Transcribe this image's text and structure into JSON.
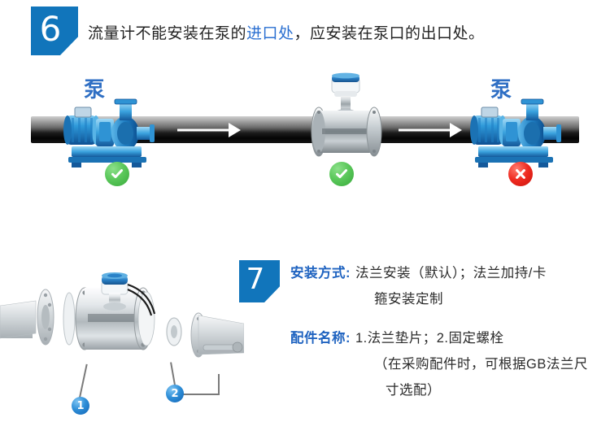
{
  "section6": {
    "badge_number": "6",
    "headline_pre": "流量计不能安装在泵的",
    "headline_highlight": "进口处",
    "headline_post": "，应安装在泵口的出口处。",
    "pump_left_label": "泵",
    "pump_right_label": "泵",
    "status_left": "check",
    "status_middle": "check",
    "status_right": "cross",
    "flow_direction": "right"
  },
  "section7": {
    "badge_number": "7",
    "rows": [
      {
        "key": "安装方式:",
        "value": "法兰安装（默认）；法兰加持/卡",
        "continuation": [
          "箍安装定制"
        ]
      },
      {
        "key": "配件名称:",
        "value": "1.法兰垫片；2.固定螺栓",
        "continuation": [
          "（在采购配件时，可根据GB法兰尺",
          "寸选配）"
        ]
      }
    ],
    "callouts": [
      {
        "number": "1"
      },
      {
        "number": "2"
      }
    ]
  },
  "colors": {
    "brand_blue": "#1175bb",
    "link_blue": "#2a6fd1",
    "key_blue": "#1f63c0",
    "ok_green": "#37a93a",
    "bad_red": "#ef2a20",
    "text_dark": "#232323",
    "pipe_dark": "#050505"
  }
}
